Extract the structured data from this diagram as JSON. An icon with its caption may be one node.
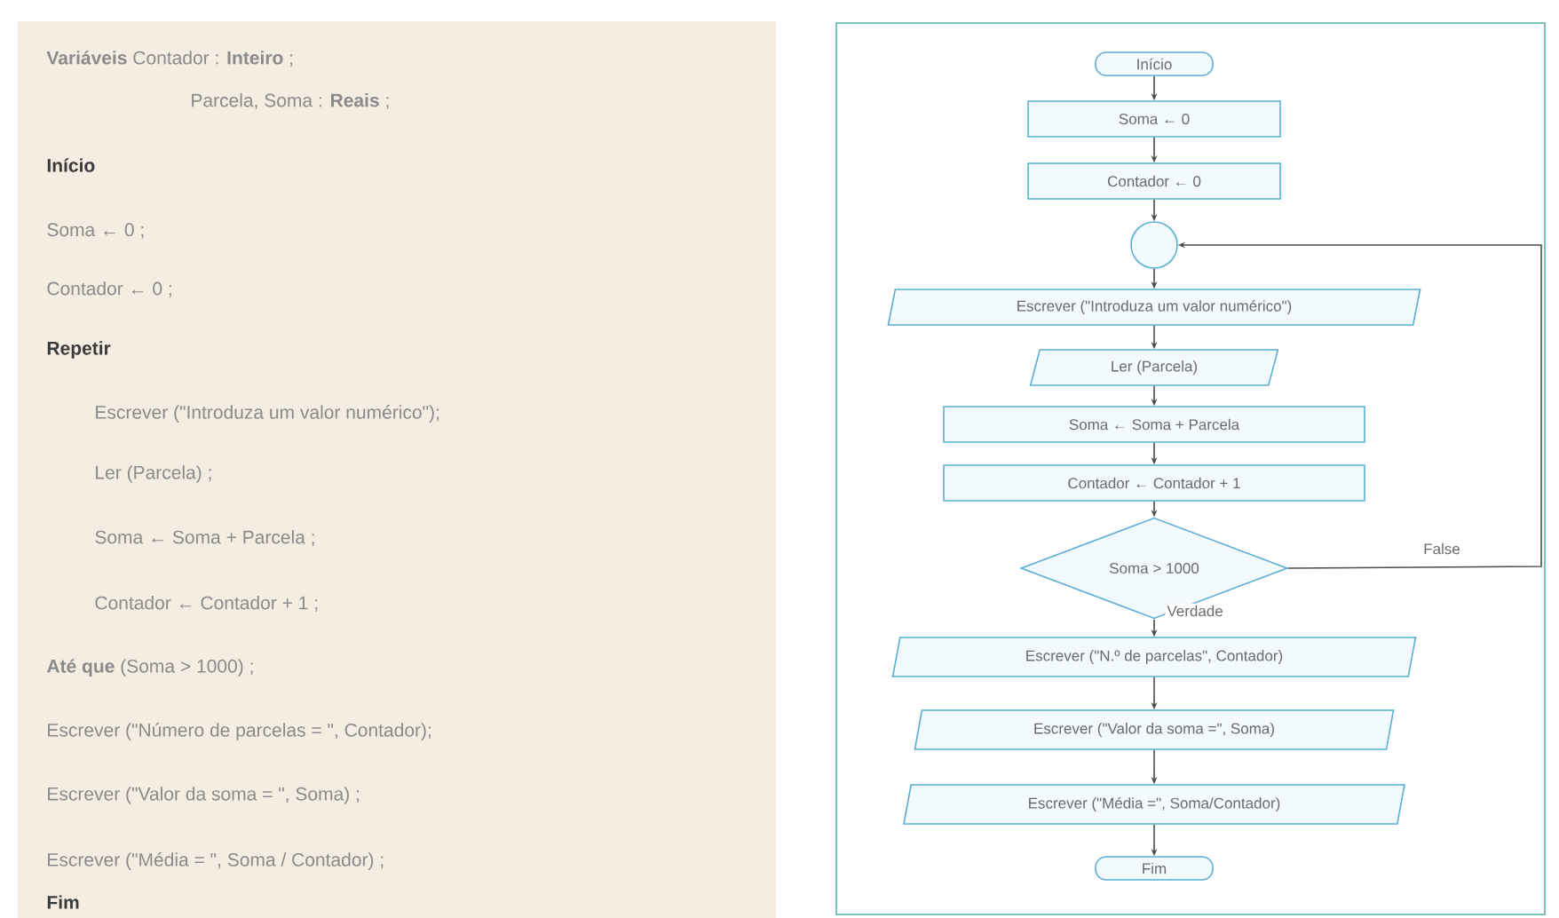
{
  "diagram": {
    "nodes": [
      {
        "text": [
          "Início"
        ]
      },
      {
        "text": [
          "Soma ← 0"
        ]
      },
      {
        "text": [
          "Contador ← 0"
        ]
      },
      {
        "text": [],
        "shape": "circle"
      },
      {
        "text": [
          "Escrever (\"Introduza um valor numérico\")"
        ]
      },
      {
        "text": [
          "Ler (Parcela)"
        ]
      },
      {
        "text": [
          "Soma ← Soma + Parcela"
        ]
      },
      {
        "text": [
          "Contador ← Contador + 1"
        ]
      },
      {
        "text": [
          "Soma > 1000"
        ]
      },
      {
        "text": [
          "Escrever (\"N.º de parcelas\", Contador)"
        ]
      },
      {
        "text": [
          "Escrever (\"Valor da soma =\", Soma)"
        ]
      },
      {
        "text": [
          "Escrever (\"Média =\", Soma/Contador)"
        ]
      },
      {
        "text": [
          "Fim"
        ]
      }
    ],
    "edges": [
      {
        "from": 0,
        "to": 1,
        "arrow": "to"
      },
      {
        "from": 1,
        "to": 2,
        "arrow": "to"
      },
      {
        "from": 2,
        "to": 3,
        "arrow": "to"
      },
      {
        "from": 3,
        "to": 4,
        "arrow": "to"
      },
      {
        "from": 4,
        "to": 5,
        "arrow": "to"
      },
      {
        "from": 5,
        "to": 6,
        "arrow": "to"
      },
      {
        "from": 6,
        "to": 7,
        "arrow": "to"
      },
      {
        "from": 7,
        "to": 8,
        "arrow": "to"
      },
      {
        "from": 8,
        "to": 3,
        "arrow": "to",
        "label": "False"
      },
      {
        "from": 8,
        "to": 9,
        "arrow": "to",
        "label": "Verdade"
      },
      {
        "from": 9,
        "to": 10,
        "arrow": "to"
      },
      {
        "from": 10,
        "to": 11,
        "arrow": "to"
      },
      {
        "from": 11,
        "to": 12,
        "arrow": "to"
      }
    ],
    "labels": [
      "**Variáveis** Contador : **Inteiro** ;",
      "Parcela, Soma : **Reais** ;",
      "Início",
      "Soma ← 0 ;",
      "Contador ← 0 ;",
      "Repetir",
      "Escrever (\"Introduza um valor numérico\");",
      "Ler (Parcela) ;",
      "Soma ← Soma + Parcela ;",
      "Contador ← Contador + 1 ;",
      "**Até que** (Soma > 1000) ;",
      "Escrever (\"Número de parcelas = \", Contador);",
      "Escrever (\"Valor da soma = \", Soma) ;",
      "Escrever (\"Média = \", Soma / Contador) ;",
      "Fim"
    ]
  }
}
